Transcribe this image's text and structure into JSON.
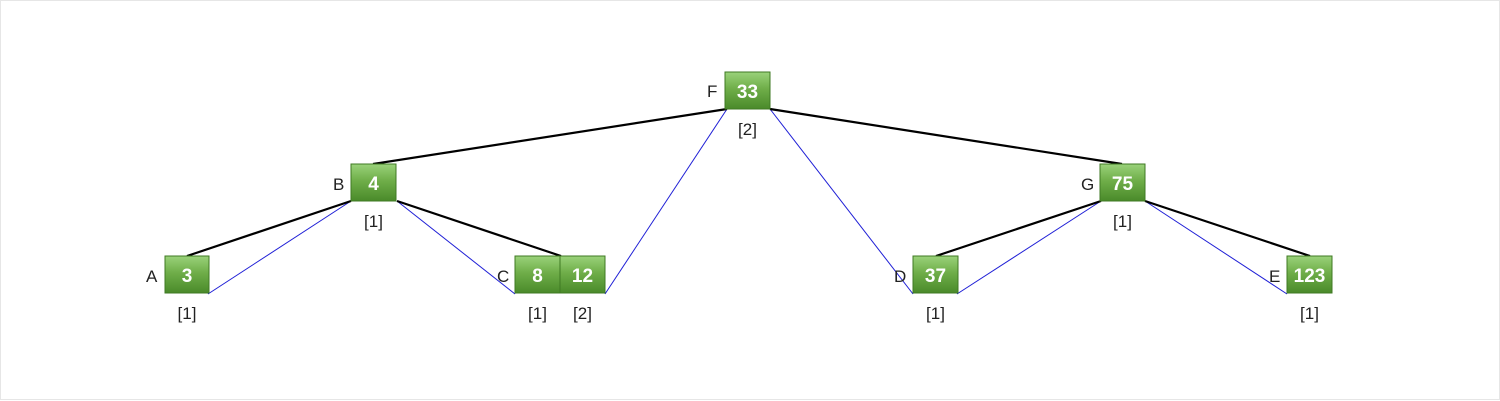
{
  "colors": {
    "tree_edge": "#000000",
    "leaf_link": "#1f1fd6",
    "key_fill_top": "#8cc36a",
    "key_fill_bottom": "#4f8f2e",
    "key_border": "#3f7a23"
  },
  "nodes": [
    {
      "id": "F",
      "label": "F",
      "keys": [
        "33"
      ],
      "count": "[2]"
    },
    {
      "id": "B",
      "label": "B",
      "keys": [
        "4"
      ],
      "count": "[1]"
    },
    {
      "id": "G",
      "label": "G",
      "keys": [
        "75"
      ],
      "count": "[1]"
    },
    {
      "id": "A",
      "label": "A",
      "keys": [
        "3"
      ],
      "count": "[1]"
    },
    {
      "id": "C",
      "label": "C",
      "keys": [
        "8",
        "12"
      ],
      "count": "[1]",
      "count2": "[2]"
    },
    {
      "id": "D",
      "label": "D",
      "keys": [
        "37"
      ],
      "count": "[1]"
    },
    {
      "id": "E",
      "label": "E",
      "keys": [
        "123"
      ],
      "count": "[1]"
    }
  ],
  "tree_edges": [
    [
      "F",
      "B"
    ],
    [
      "F",
      "G"
    ],
    [
      "B",
      "A"
    ],
    [
      "B",
      "C"
    ],
    [
      "G",
      "D"
    ],
    [
      "G",
      "E"
    ]
  ]
}
